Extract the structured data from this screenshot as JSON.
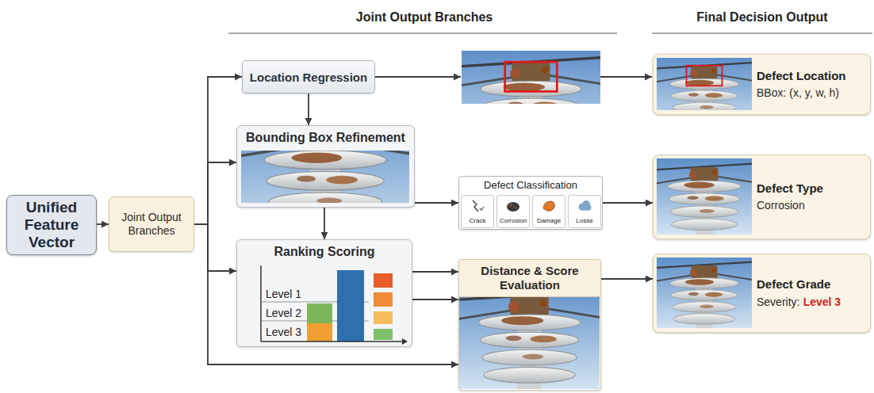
{
  "diagram": {
    "nodes": [
      {
        "text": [
          "Unified Feature Vector"
        ]
      },
      {
        "text": [
          "Joint Output Branches"
        ]
      },
      {
        "text": [
          "Location Regression"
        ]
      },
      {
        "text": [
          "Bounding Box Refinement"
        ]
      },
      {
        "text": [
          "Ranking Scoring"
        ]
      },
      {
        "text": [
          "Defect Classification"
        ]
      },
      {
        "text": [
          "Crack"
        ],
        "in": 5
      },
      {
        "text": [
          "Corrosion"
        ],
        "in": 5
      },
      {
        "text": [
          "Damage"
        ],
        "in": 5
      },
      {
        "text": [
          "Losse"
        ],
        "in": 5
      },
      {
        "text": [
          "Distance & Score Evaluation"
        ]
      },
      {
        "text": [
          "Defect Location",
          "BBox: (x, y, w, h)"
        ]
      },
      {
        "text": [
          "Defect Type",
          "Corrosion"
        ]
      },
      {
        "text": [
          "Defect Grade",
          "Severity:",
          "Level 3"
        ]
      }
    ],
    "edges": [
      {
        "from": 0,
        "to": 1,
        "arrow": "to"
      },
      {
        "from": 1,
        "to": 2,
        "arrow": "to"
      },
      {
        "from": 1,
        "to": 3,
        "arrow": "to"
      },
      {
        "from": 1,
        "to": 4,
        "arrow": "to"
      },
      {
        "from": 1,
        "to": 10,
        "arrow": "to"
      },
      {
        "from": 2,
        "to": 3,
        "arrow": "to"
      },
      {
        "from": 3,
        "to": 4,
        "arrow": "to"
      },
      {
        "from": 3,
        "to": 5,
        "arrow": "to"
      },
      {
        "from": 4,
        "to": 10,
        "arrow": "to"
      },
      {
        "from": 4,
        "to": 10,
        "arrow": "to"
      },
      {
        "from": 5,
        "to": 12,
        "arrow": "to"
      },
      {
        "from": 10,
        "to": 13,
        "arrow": "to"
      }
    ],
    "labels": [
      "Joint Output Branches",
      "Final Decision Output",
      "Level 1",
      "Level 2",
      "Level 3"
    ]
  }
}
